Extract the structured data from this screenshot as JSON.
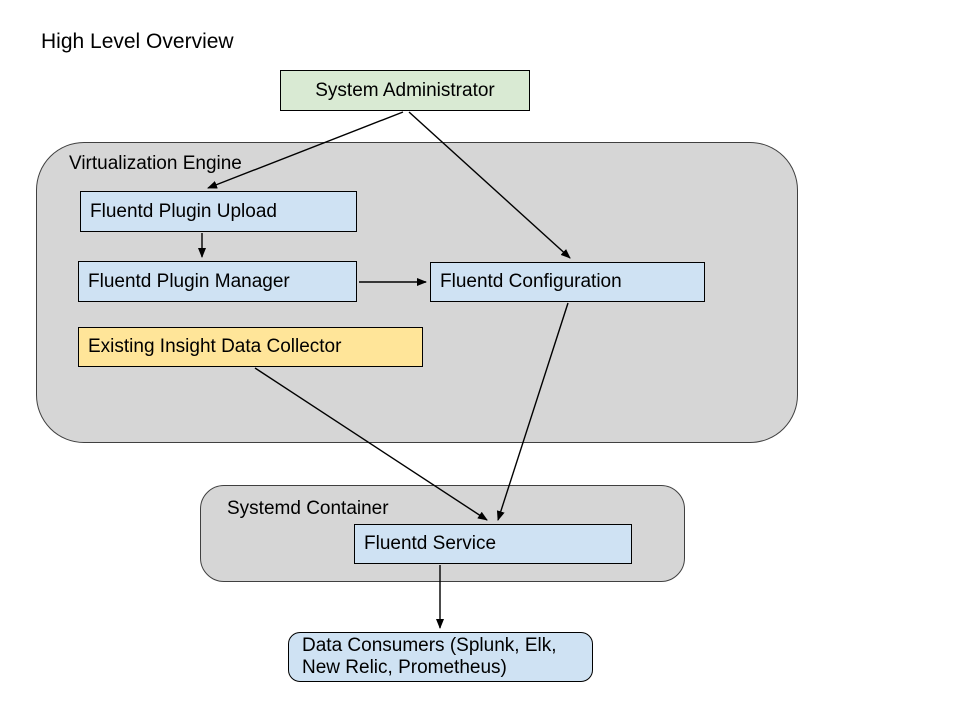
{
  "page": {
    "title": "High Level Overview"
  },
  "colors": {
    "node_green": "#d9ead3",
    "node_blue": "#cfe2f3",
    "node_yellow": "#ffe599",
    "container_gray": "#d6d6d6",
    "border_black": "#000000",
    "arrow_black": "#000000"
  },
  "containers": {
    "virtualization_engine": {
      "label": "Virtualization Engine"
    },
    "systemd_container": {
      "label": "Systemd Container"
    }
  },
  "nodes": {
    "system_administrator": {
      "label": "System Administrator"
    },
    "fluentd_plugin_upload": {
      "label": "Fluentd Plugin Upload"
    },
    "fluentd_plugin_manager": {
      "label": "Fluentd Plugin Manager"
    },
    "fluentd_configuration": {
      "label": "Fluentd Configuration"
    },
    "existing_insight_data_collector": {
      "label": "Existing Insight Data Collector"
    },
    "fluentd_service": {
      "label": "Fluentd Service"
    },
    "data_consumers": {
      "label_line1": "Data Consumers (Splunk, Elk,",
      "label_line2": "New Relic, Prometheus)"
    }
  },
  "edges": [
    {
      "from": "System Administrator",
      "to": "Fluentd Plugin Upload"
    },
    {
      "from": "System Administrator",
      "to": "Fluentd Configuration"
    },
    {
      "from": "Fluentd Plugin Upload",
      "to": "Fluentd Plugin Manager"
    },
    {
      "from": "Fluentd Plugin Manager",
      "to": "Fluentd Configuration"
    },
    {
      "from": "Existing Insight Data Collector",
      "to": "Fluentd Service"
    },
    {
      "from": "Fluentd Configuration",
      "to": "Fluentd Service"
    },
    {
      "from": "Fluentd Service",
      "to": "Data Consumers (Splunk, Elk, New Relic, Prometheus)"
    }
  ]
}
